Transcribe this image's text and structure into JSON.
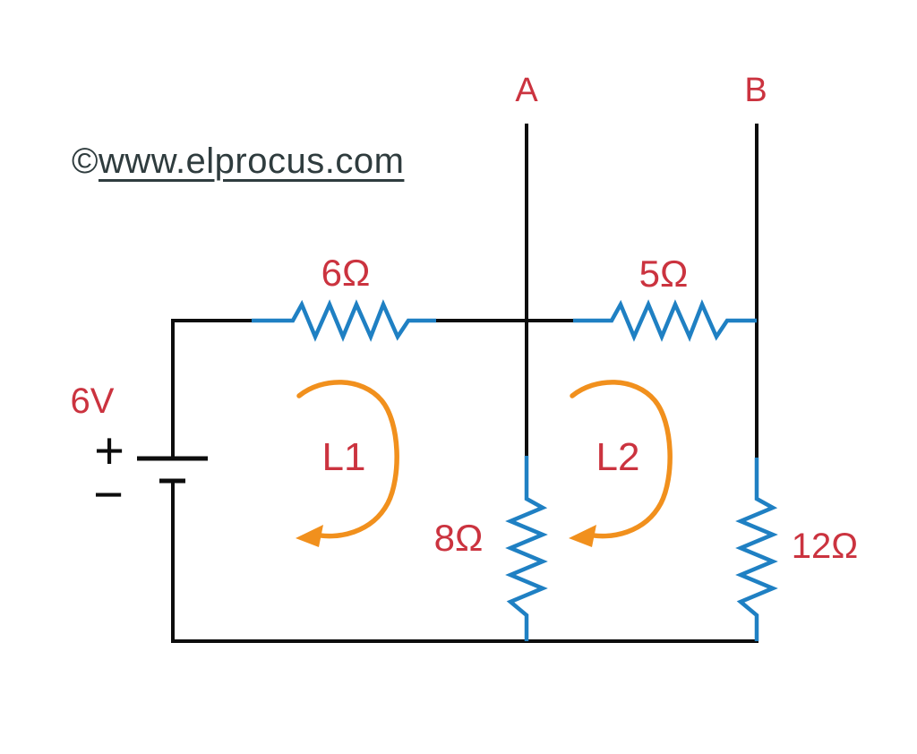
{
  "watermark": {
    "copyright": "©",
    "site": "www.elprocus.com"
  },
  "nodes": {
    "a": "A",
    "b": "B"
  },
  "battery": {
    "voltage": "6V",
    "plus": "+",
    "minus": "−"
  },
  "resistors": {
    "r1": {
      "value": "6Ω",
      "position": "top-left branch"
    },
    "r2": {
      "value": "5Ω",
      "position": "top-right branch"
    },
    "r3": {
      "value": "8Ω",
      "position": "middle vertical branch"
    },
    "r4": {
      "value": "12Ω",
      "position": "right vertical branch"
    }
  },
  "loops": {
    "l1": "L1",
    "l2": "L2"
  },
  "colors": {
    "label_red": "#cb333f",
    "component_blue": "#1f80c3",
    "loop_orange": "#f1901d",
    "wire_black": "#0d0d0d",
    "watermark_gray": "#2f3c3e"
  }
}
